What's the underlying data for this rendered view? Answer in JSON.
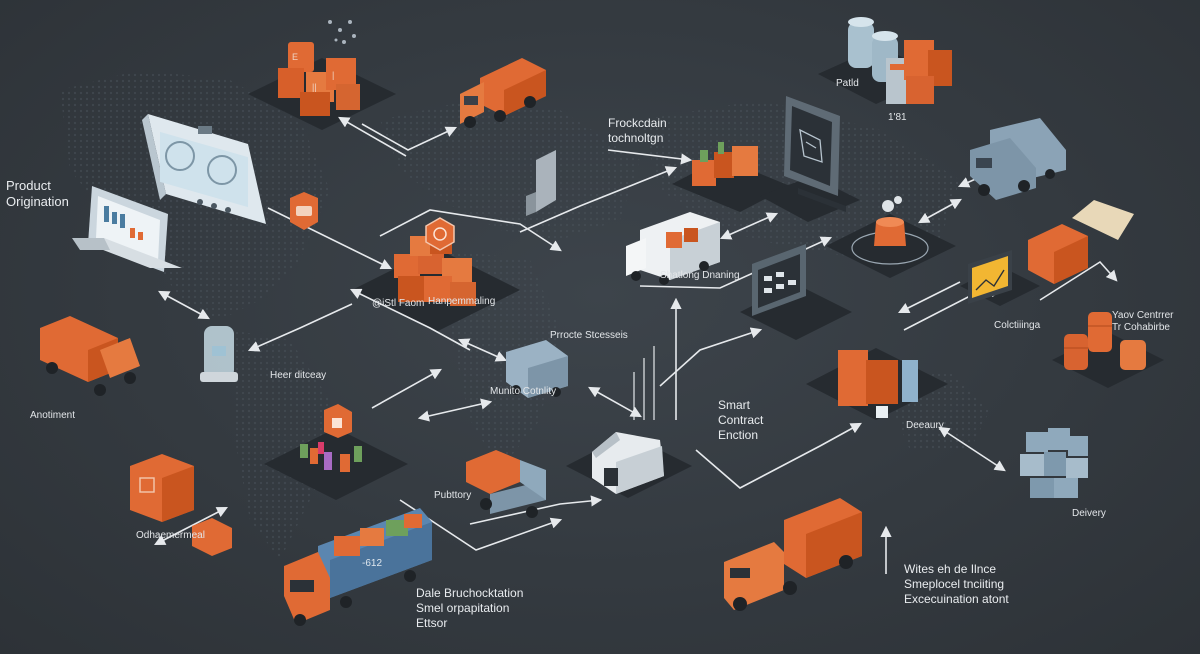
{
  "colors": {
    "background": "#343a40",
    "accent": "#e06a34",
    "platform": "#262b30",
    "connector": "#e6e9ec",
    "steel": "#8fa3b3"
  },
  "labels": {
    "product_origin": "Product\nOrigination",
    "blockchain_tech": "Frockcdain\ntochnoltgn",
    "manufacturing": "Hanpemmaling",
    "manufacturing_sub": "@iStl Faom",
    "palm": "Patld",
    "palm_num": "1'81",
    "automent": "Anotiment",
    "fleet": "Heer ditceay",
    "process": "Prrocte Stcesseis",
    "munito": "Munito Cotnlity",
    "shipping": "Shatlong Dnaning",
    "smart_contract": "Smart\nContract\nEnction",
    "collabs": "Colctiiinga",
    "your_container": "Yaov Centrrer\nTr Cohabirbe",
    "delivery_center": "Deeaury",
    "delivery_right": "Deivery",
    "environmental": "Odhaemermeal",
    "publishing": "Pubttory",
    "bottom_mid": "Dale Bruchocktation\nSmel orpapitation\nEttsor",
    "bottom_right": "Wites eh de Ilnce\nSmeplocel tnciiting\nExcecuination atont",
    "container_mark": "-612"
  }
}
